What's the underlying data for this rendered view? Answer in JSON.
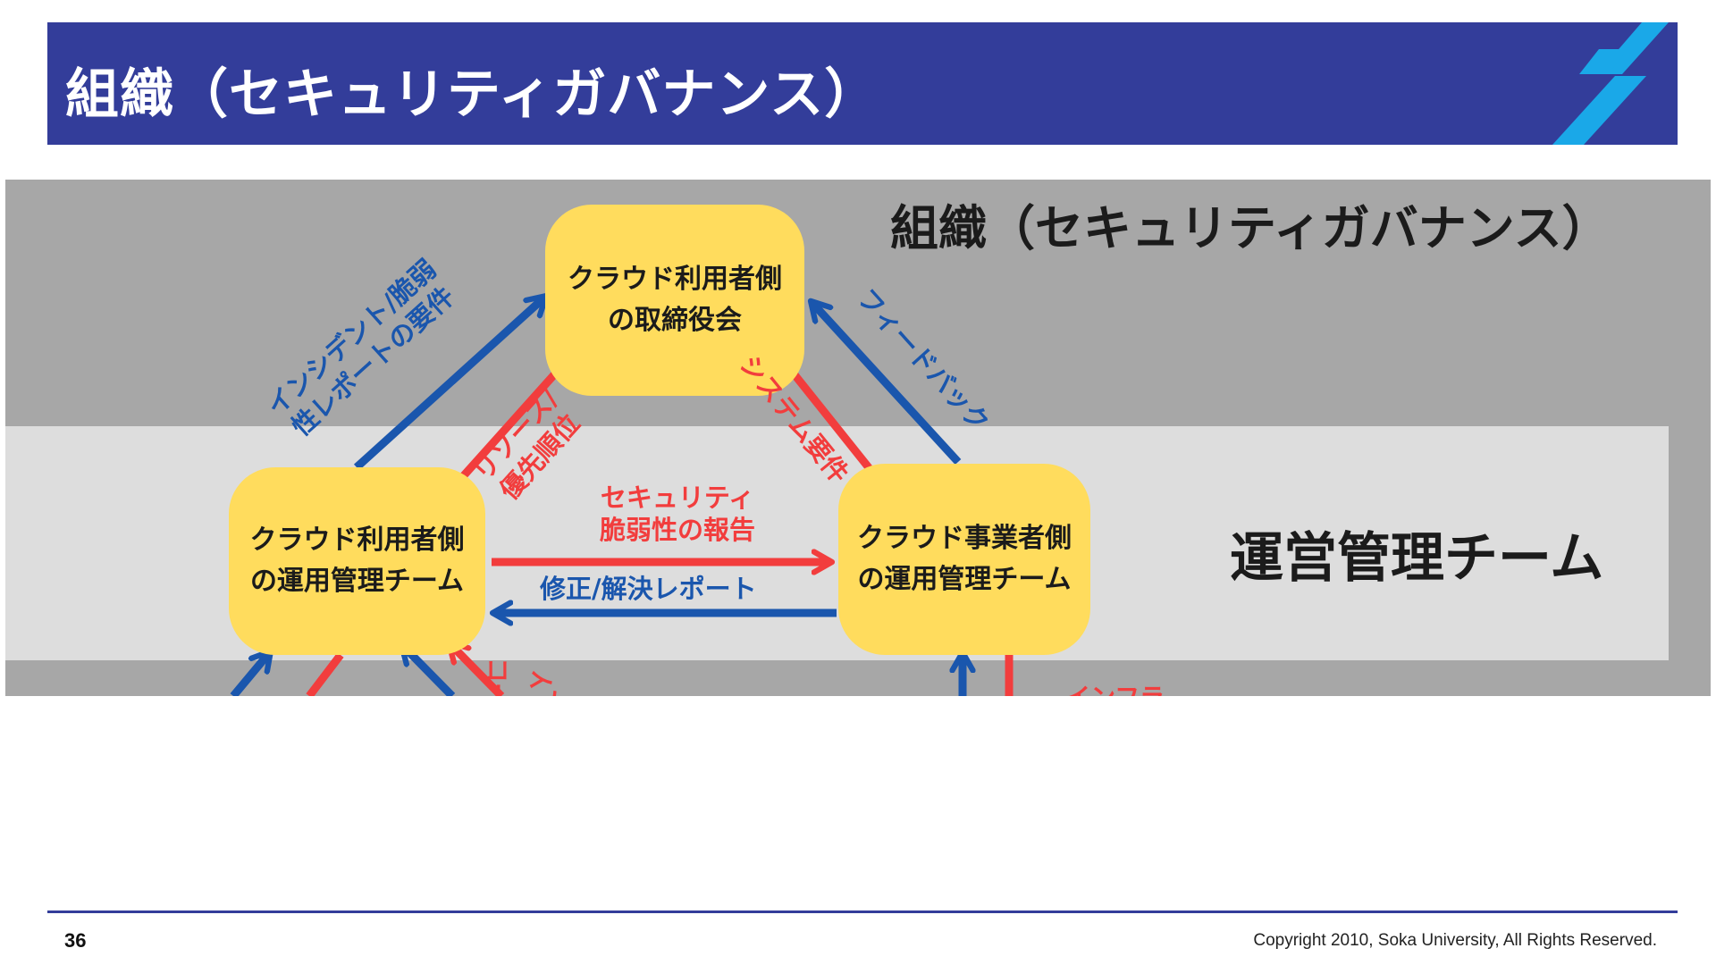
{
  "slide": {
    "title": "組織（セキュリティガバナンス）",
    "page_number": "36",
    "copyright": "Copyright 2010, Soka University, All Rights Reserved."
  },
  "diagram": {
    "heading": "組織（セキュリティガバナンス）",
    "band_label": "運営管理チーム",
    "nodes": {
      "board": [
        "クラウド利用者側",
        "の取締役会"
      ],
      "user_ops": [
        "クラウド利用者側",
        "の運用管理チーム"
      ],
      "provider_ops": [
        "クラウド事業者側",
        "の運用管理チーム"
      ]
    },
    "edge_labels": {
      "incident_report": [
        "インシデント/脆弱",
        "性レポートの要件"
      ],
      "resource_priority": [
        "リソース/",
        "優先順位"
      ],
      "system_requirements": "システム要件",
      "feedback": "フィードバック",
      "security_vuln_report": [
        "セキュリティ",
        "脆弱性の報告"
      ],
      "fix_report": "修正/解決レポート",
      "cut_off_1": "イン",
      "cut_off_2": "コー",
      "cut_off_3": "インフラ"
    },
    "colors": {
      "red": "#f23d3d",
      "blue": "#1a56ad",
      "node": "#ffdc5d",
      "background": "#a7a7a7",
      "band": "#dddddd"
    }
  }
}
